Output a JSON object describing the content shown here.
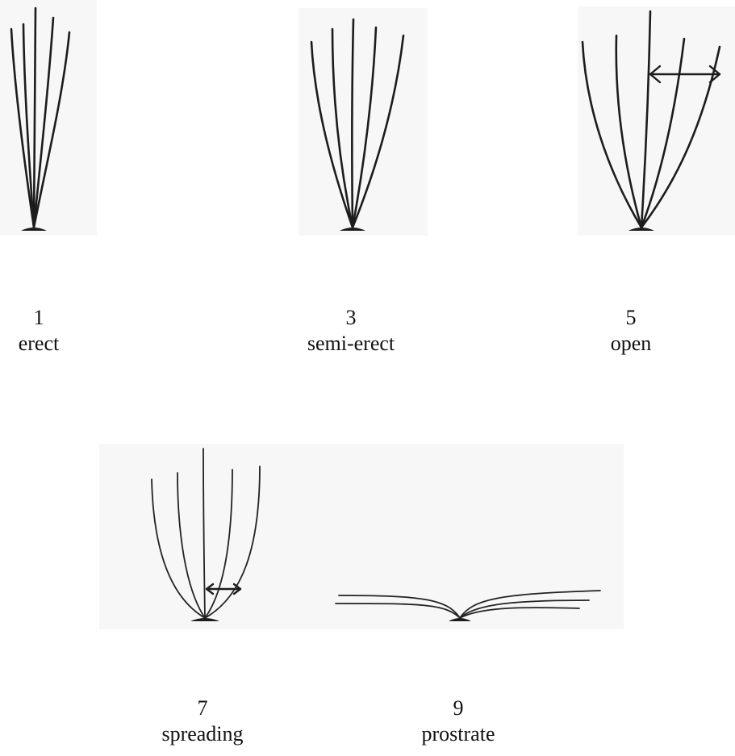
{
  "figure": {
    "items": [
      {
        "score": "1",
        "label": "erect"
      },
      {
        "score": "3",
        "label": "semi-erect"
      },
      {
        "score": "5",
        "label": "open"
      },
      {
        "score": "7",
        "label": "spreading"
      },
      {
        "score": "9",
        "label": "prostrate"
      }
    ]
  }
}
